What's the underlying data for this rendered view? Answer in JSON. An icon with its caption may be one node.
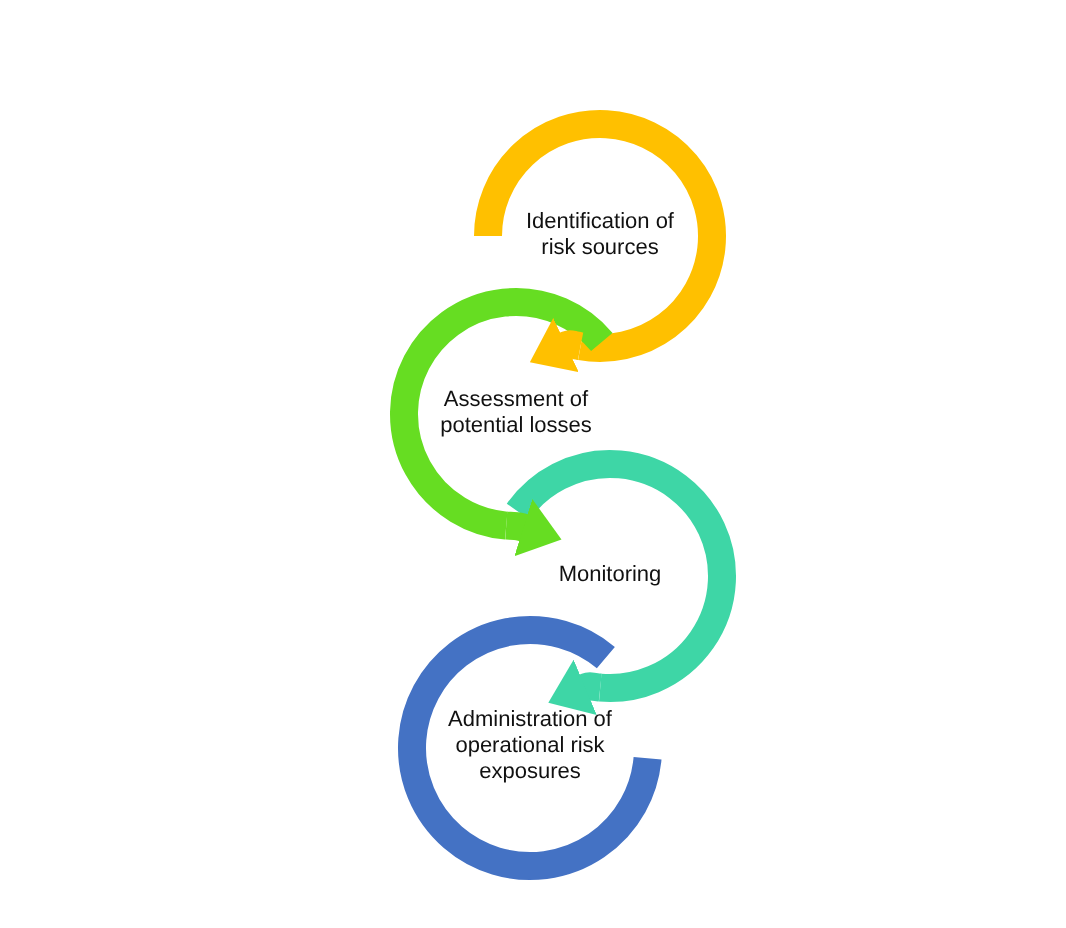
{
  "diagram": {
    "nodes": [
      {
        "text": [
          "Identification of risk sources"
        ]
      },
      {
        "text": [
          "Assessment of potential losses"
        ]
      },
      {
        "text": [
          "Monitoring"
        ]
      },
      {
        "text": [
          "Administration of operational risk exposures"
        ]
      }
    ],
    "edges": [
      {
        "from": 0,
        "to": 1,
        "arrow": "to",
        "color": "#ffc000"
      },
      {
        "from": 1,
        "to": 2,
        "arrow": "to",
        "color": "#66dd22"
      },
      {
        "from": 2,
        "to": 3,
        "arrow": "to",
        "color": "#3ed6a6"
      }
    ]
  }
}
